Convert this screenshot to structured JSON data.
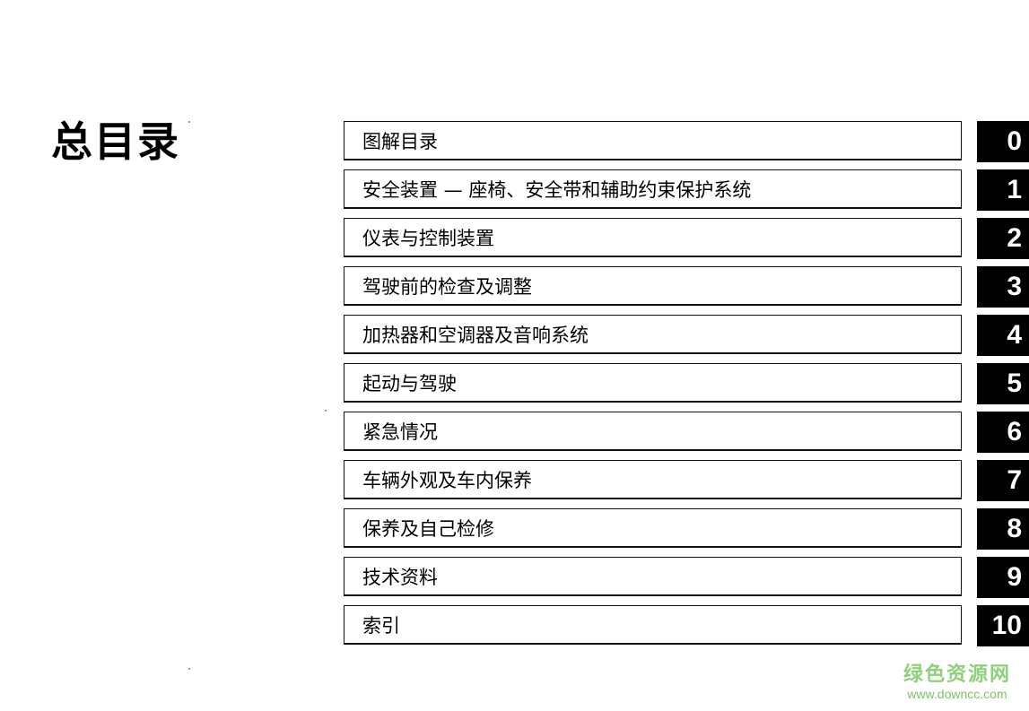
{
  "page": {
    "title": "总目录"
  },
  "toc": {
    "items": [
      {
        "label": "图解目录",
        "tab": "0"
      },
      {
        "label": "安全装置 — 座椅、安全带和辅助约束保护系统",
        "tab": "1"
      },
      {
        "label": "仪表与控制装置",
        "tab": "2"
      },
      {
        "label": "驾驶前的检查及调整",
        "tab": "3"
      },
      {
        "label": "加热器和空调器及音响系统",
        "tab": "4"
      },
      {
        "label": "起动与驾驶",
        "tab": "5"
      },
      {
        "label": "紧急情况",
        "tab": "6"
      },
      {
        "label": "车辆外观及车内保养",
        "tab": "7"
      },
      {
        "label": "保养及自己检修",
        "tab": "8"
      },
      {
        "label": "技术资料",
        "tab": "9"
      },
      {
        "label": "索引",
        "tab": "10"
      }
    ]
  },
  "watermark": {
    "title": "绿色资源网",
    "url": "www.downcc.com",
    "color": "#8fd07a"
  }
}
